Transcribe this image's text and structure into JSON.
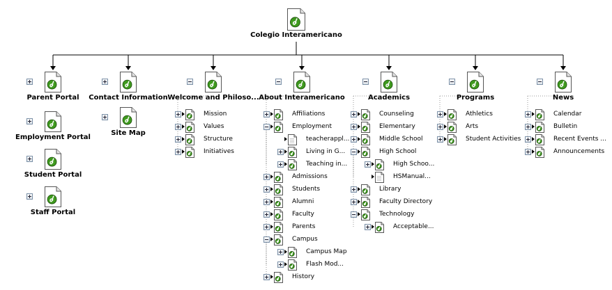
{
  "root": {
    "label": "Colegio Interamericano"
  },
  "columns": [
    {
      "id": "parent-portal",
      "label": "Parent Portal",
      "expanded": false,
      "children": []
    },
    {
      "id": "contact-information",
      "label": "Contact Information",
      "expanded": false,
      "children": []
    },
    {
      "id": "welcome",
      "label": "Welcome and Philoso...",
      "expanded": true,
      "children": [
        {
          "label": "Mission",
          "icon": "doc-logo",
          "toggle": "plus"
        },
        {
          "label": "Values",
          "icon": "doc-logo",
          "toggle": "plus"
        },
        {
          "label": "Structure",
          "icon": "doc-logo",
          "toggle": "plus"
        },
        {
          "label": "Initiatives",
          "icon": "doc-logo",
          "toggle": "plus"
        }
      ]
    },
    {
      "id": "about",
      "label": "About Interamericano",
      "expanded": true,
      "children": [
        {
          "label": "Affiliations",
          "icon": "doc-logo",
          "toggle": "plus"
        },
        {
          "label": "Employment",
          "icon": "doc-logo",
          "toggle": "minus",
          "children": [
            {
              "label": "teacherappl...",
              "icon": "doc-plain",
              "toggle": "none"
            },
            {
              "label": "Living in G...",
              "icon": "doc-logo",
              "toggle": "plus"
            },
            {
              "label": "Teaching in...",
              "icon": "doc-logo",
              "toggle": "plus"
            }
          ]
        },
        {
          "label": "Admissions",
          "icon": "doc-logo",
          "toggle": "plus"
        },
        {
          "label": "Students",
          "icon": "doc-logo",
          "toggle": "plus"
        },
        {
          "label": "Alumni",
          "icon": "doc-logo",
          "toggle": "plus"
        },
        {
          "label": "Faculty",
          "icon": "doc-logo",
          "toggle": "plus"
        },
        {
          "label": "Parents",
          "icon": "doc-logo",
          "toggle": "plus"
        },
        {
          "label": "Campus",
          "icon": "doc-logo",
          "toggle": "minus",
          "children": [
            {
              "label": "Campus Map",
              "icon": "doc-logo",
              "toggle": "plus"
            },
            {
              "label": "Flash Mod...",
              "icon": "doc-logo",
              "toggle": "plus"
            }
          ]
        },
        {
          "label": "History",
          "icon": "doc-logo",
          "toggle": "plus"
        }
      ]
    },
    {
      "id": "academics",
      "label": "Academics",
      "expanded": true,
      "children": [
        {
          "label": "Counseling",
          "icon": "doc-logo",
          "toggle": "plus"
        },
        {
          "label": "Elementary",
          "icon": "doc-logo",
          "toggle": "plus"
        },
        {
          "label": "Middle School",
          "icon": "doc-logo",
          "toggle": "plus"
        },
        {
          "label": "High School",
          "icon": "doc-logo",
          "toggle": "minus",
          "children": [
            {
              "label": "High Schoo...",
              "icon": "doc-logo",
              "toggle": "plus"
            },
            {
              "label": "HSManual...",
              "icon": "doc-plain",
              "toggle": "none"
            }
          ]
        },
        {
          "label": "Library",
          "icon": "doc-logo",
          "toggle": "plus"
        },
        {
          "label": "Faculty Directory",
          "icon": "doc-logo",
          "toggle": "plus"
        },
        {
          "label": "Technology",
          "icon": "doc-logo",
          "toggle": "minus",
          "children": [
            {
              "label": "Acceptable...",
              "icon": "doc-logo",
              "toggle": "plus"
            }
          ]
        }
      ]
    },
    {
      "id": "programs",
      "label": "Programs",
      "expanded": true,
      "children": [
        {
          "label": "Athletics",
          "icon": "doc-logo",
          "toggle": "plus"
        },
        {
          "label": "Arts",
          "icon": "doc-logo",
          "toggle": "plus"
        },
        {
          "label": "Student Activities",
          "icon": "doc-logo",
          "toggle": "plus"
        }
      ]
    },
    {
      "id": "news",
      "label": "News",
      "expanded": true,
      "children": [
        {
          "label": "Calendar",
          "icon": "doc-logo",
          "toggle": "plus"
        },
        {
          "label": "Bulletin",
          "icon": "doc-logo",
          "toggle": "plus"
        },
        {
          "label": "Recent Events ...",
          "icon": "doc-logo",
          "toggle": "plus"
        },
        {
          "label": "Announcements",
          "icon": "doc-logo",
          "toggle": "plus"
        }
      ]
    }
  ],
  "stacked": [
    {
      "id": "employment-portal",
      "label": "Employment Portal",
      "column": 0
    },
    {
      "id": "student-portal",
      "label": "Student Portal",
      "column": 0
    },
    {
      "id": "staff-portal",
      "label": "Staff Portal",
      "column": 0
    },
    {
      "id": "site-map",
      "label": "Site Map",
      "column": 1
    }
  ],
  "colors": {
    "logo_green": "#3f9a1e",
    "logo_dark": "#1b4a0c",
    "line": "#000000",
    "dotted": "#9a9a9a",
    "toggle_border": "#7a8fa6"
  }
}
